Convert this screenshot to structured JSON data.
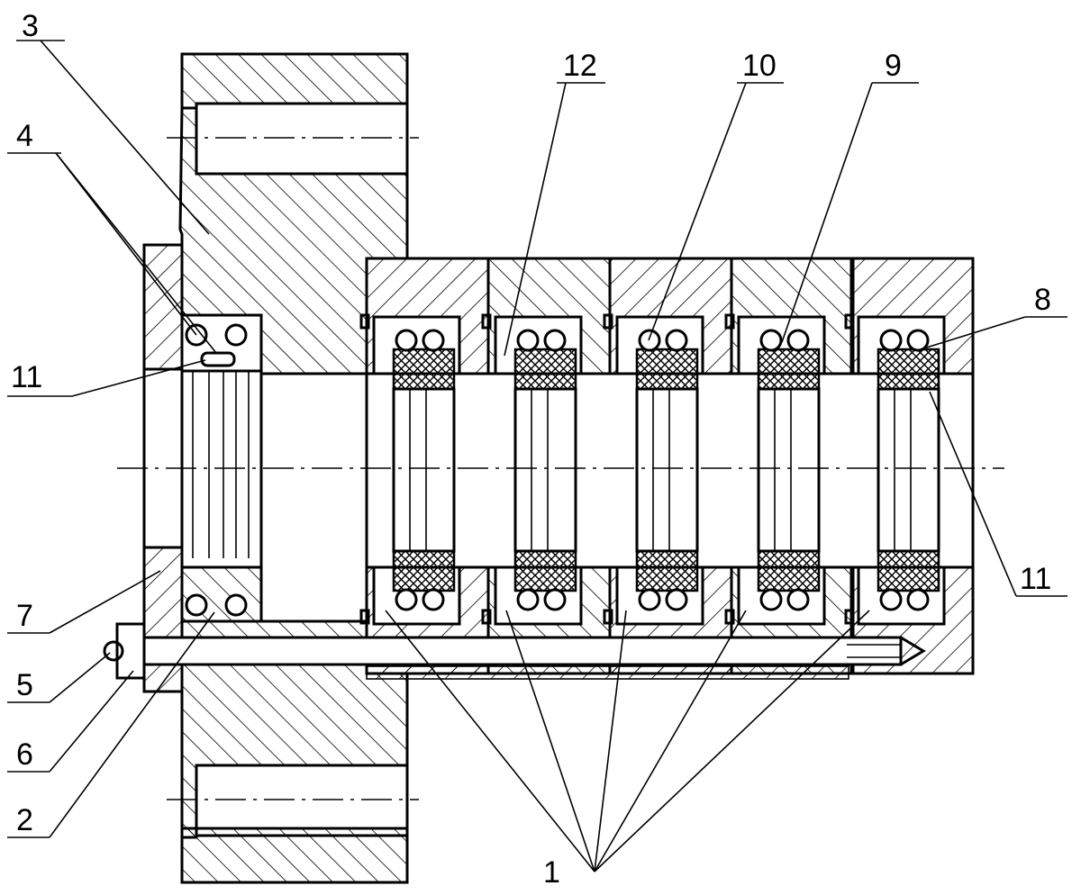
{
  "callouts": [
    {
      "id": "c3",
      "text": "3"
    },
    {
      "id": "c4",
      "text": "4"
    },
    {
      "id": "c11a",
      "text": "11"
    },
    {
      "id": "c7",
      "text": "7"
    },
    {
      "id": "c5",
      "text": "5"
    },
    {
      "id": "c6",
      "text": "6"
    },
    {
      "id": "c2",
      "text": "2"
    },
    {
      "id": "c12",
      "text": "12"
    },
    {
      "id": "c10",
      "text": "10"
    },
    {
      "id": "c9",
      "text": "9"
    },
    {
      "id": "c8",
      "text": "8"
    },
    {
      "id": "c11b",
      "text": "11"
    },
    {
      "id": "c1",
      "text": "1"
    }
  ],
  "colors": {
    "line": "#000000",
    "background": "#ffffff"
  }
}
